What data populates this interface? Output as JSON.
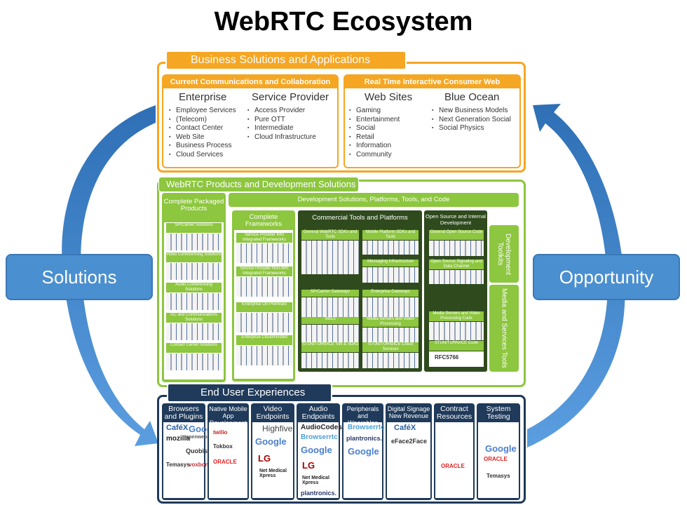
{
  "title": "WebRTC Ecosystem",
  "side_labels": {
    "left": "Solutions",
    "right": "Opportunity"
  },
  "colors": {
    "orange": "#f5a623",
    "green": "#8dc63f",
    "navy": "#1f3a5a",
    "blue": "#4a8fd0"
  },
  "business": {
    "tab": "Business Solutions and Applications",
    "left_box": {
      "header": "Current Communications and Collaboration",
      "col1": {
        "head": "Enterprise",
        "items": [
          "Employee Services",
          "(Telecom)",
          "Contact Center",
          "Web Site",
          "Business Process",
          "Cloud Services"
        ]
      },
      "col2": {
        "head": "Service Provider",
        "items": [
          "Access Provider",
          "Pure OTT",
          "Intermediate",
          "Cloud Infrastructure"
        ]
      }
    },
    "right_box": {
      "header": "Real Time Interactive Consumer Web",
      "col1": {
        "head": "Web Sites",
        "items": [
          "Gaming",
          "Entertainment",
          "Social",
          "Retail",
          "Information",
          "Community"
        ]
      },
      "col2": {
        "head": "Blue  Ocean",
        "items": [
          "New Business Models",
          "Next Generation Social",
          "Social Physics"
        ]
      }
    }
  },
  "products": {
    "tab": "WebRTC Products and Development Solutions",
    "packaged": {
      "head": "Complete Packaged Products",
      "items": [
        "SP/Carrier Solutions",
        "Video Conferencing Solutions",
        "Audio Conferencing Solutions",
        "UC and Communications Solutions",
        "Contact Center Solutions"
      ]
    },
    "dev_header": "Development Solutions, Platforms, Tools, and Code",
    "frameworks": {
      "head": "Complete Frameworks",
      "items": [
        "Service Provider IMS Integrated Frameworks",
        "Service Provider Non-IMS Integrated Frameworks",
        "Enterprise On Premises",
        "Enterprise Cloud/Hosted"
      ]
    },
    "commercial": {
      "head": "Commercial Tools and Platforms",
      "items": [
        "General WebRTC SDKs and Tools",
        "Mobile Platform SDKs and Tools",
        "Messaging Infrastructure",
        "SP/Carrier Gateways",
        "Enterprise Gateways",
        "SBCs",
        "Media Servers and Video Processing",
        "STUN/TURN/ICE SW & SDKs",
        "STUN/TURN/ICE Cloud Services"
      ]
    },
    "open_source": {
      "head": "Open Source and Internal Development",
      "items": [
        "General Open Source Code",
        "Open Source Signaling and Data Channel",
        "Media Servers and Video Processing Code",
        "STUN/TURN/ICE Code"
      ],
      "rfc": "RFC5766"
    },
    "side_dev": "Development Toolkits",
    "side_media": "Media and Services Tools"
  },
  "end_user": {
    "tab": "End User Experiences",
    "cols": [
      {
        "head": "Browsers and Plugins",
        "brands": [
          "CaféX",
          "Google",
          "mozilla",
          "openwebrtc",
          "Quobis",
          "Temasys",
          "voxbone"
        ]
      },
      {
        "head": "Native Mobile App Development",
        "brands": [
          "twilio",
          "Tokbox",
          "ORACLE"
        ]
      },
      {
        "head": "Video Endpoints",
        "brands": [
          "Highfive",
          "Google",
          "LG",
          "Net Medical Xpress"
        ]
      },
      {
        "head": "Audio Endpoints",
        "brands": [
          "AudioCodes",
          "Browserrtc",
          "Google",
          "LG",
          "Net Medical Xpress",
          "plantronics."
        ]
      },
      {
        "head": "Peripherals and Wearables",
        "brands": [
          "Browserrtc",
          "plantronics.",
          "Google"
        ]
      },
      {
        "head": "Digital Signage New Revenue",
        "brands": [
          "CaféX",
          "eFace2Face"
        ]
      },
      {
        "head": "Contract Resources",
        "brands": [
          "ORACLE"
        ]
      },
      {
        "head": "System Testing",
        "brands": [
          "ORACLE",
          "Google",
          "Temasys"
        ]
      }
    ]
  }
}
